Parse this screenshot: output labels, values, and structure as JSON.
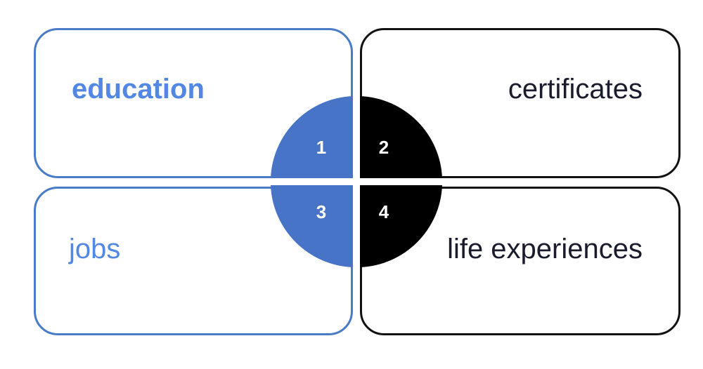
{
  "quadrants": [
    {
      "label": "education",
      "number": "1",
      "color": "#5288e4"
    },
    {
      "label": "certificates",
      "number": "2",
      "color": "#000000"
    },
    {
      "label": "jobs",
      "number": "3",
      "color": "#5288e4"
    },
    {
      "label": "life experiences",
      "number": "4",
      "color": "#000000"
    }
  ],
  "colors": {
    "blue_border": "#4a7bc6",
    "blue_fill": "#4874c8",
    "dark": "#000000",
    "text_dark": "#1b1b2e"
  }
}
